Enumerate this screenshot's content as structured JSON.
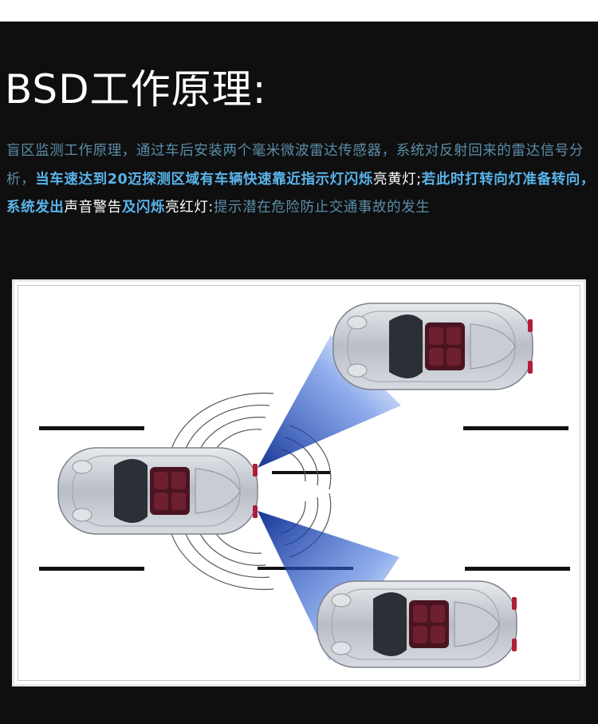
{
  "heading": "BSD工作原理:",
  "description": {
    "p1": "盲区监测工作原理，通过车后安装两个毫米微波雷达传感器，系统对反射回来的雷达信号分析，",
    "p2": "当车速达到20迈探测区域有车辆快速靠近指示灯闪烁",
    "p3": "亮黄灯;",
    "p4": "若此时打转向灯准备转向，系统发出",
    "p5": "声音警告",
    "p6": "及闪烁",
    "p7": "亮红灯:",
    "p8": "提示潜在危险防止交通事故的发生"
  },
  "colors": {
    "background": "#0f0f10",
    "text_muted": "#5a8ea8",
    "text_accent": "#5ab4ea",
    "radar_beam": "#1c4fd6"
  },
  "diagram": {
    "cars": [
      "own-car",
      "target-car-left-rear",
      "target-car-right-rear"
    ],
    "radar_beams": 2
  }
}
